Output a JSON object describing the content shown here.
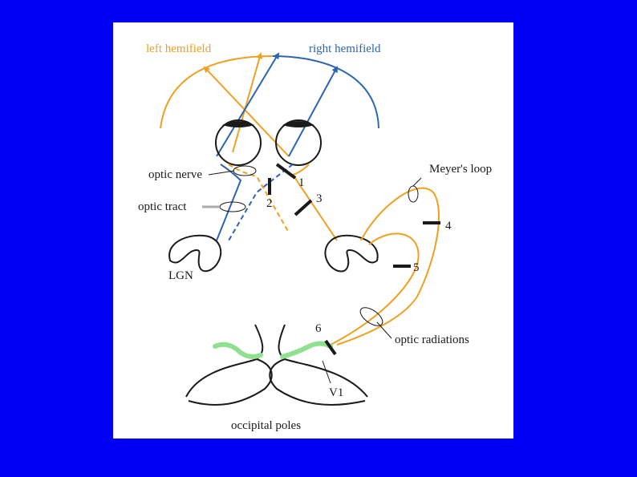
{
  "colors": {
    "background": "#0000f5",
    "panel": "#ffffff",
    "orange": "#f0a020",
    "blue": "#2a66b0",
    "black": "#1a1a1a",
    "v1_green": "#8fe08f"
  },
  "labels": {
    "left_hemifield": "left hemifield",
    "right_hemifield": "right hemifield",
    "optic_nerve": "optic nerve",
    "optic_tract": "optic tract",
    "lgn": "LGN",
    "meyers_loop": "Meyer's loop",
    "optic_radiations": "optic radiations",
    "v1": "V1",
    "occipital_poles": "occipital poles"
  },
  "lesions": [
    "1",
    "2",
    "3",
    "4",
    "5",
    "6"
  ]
}
